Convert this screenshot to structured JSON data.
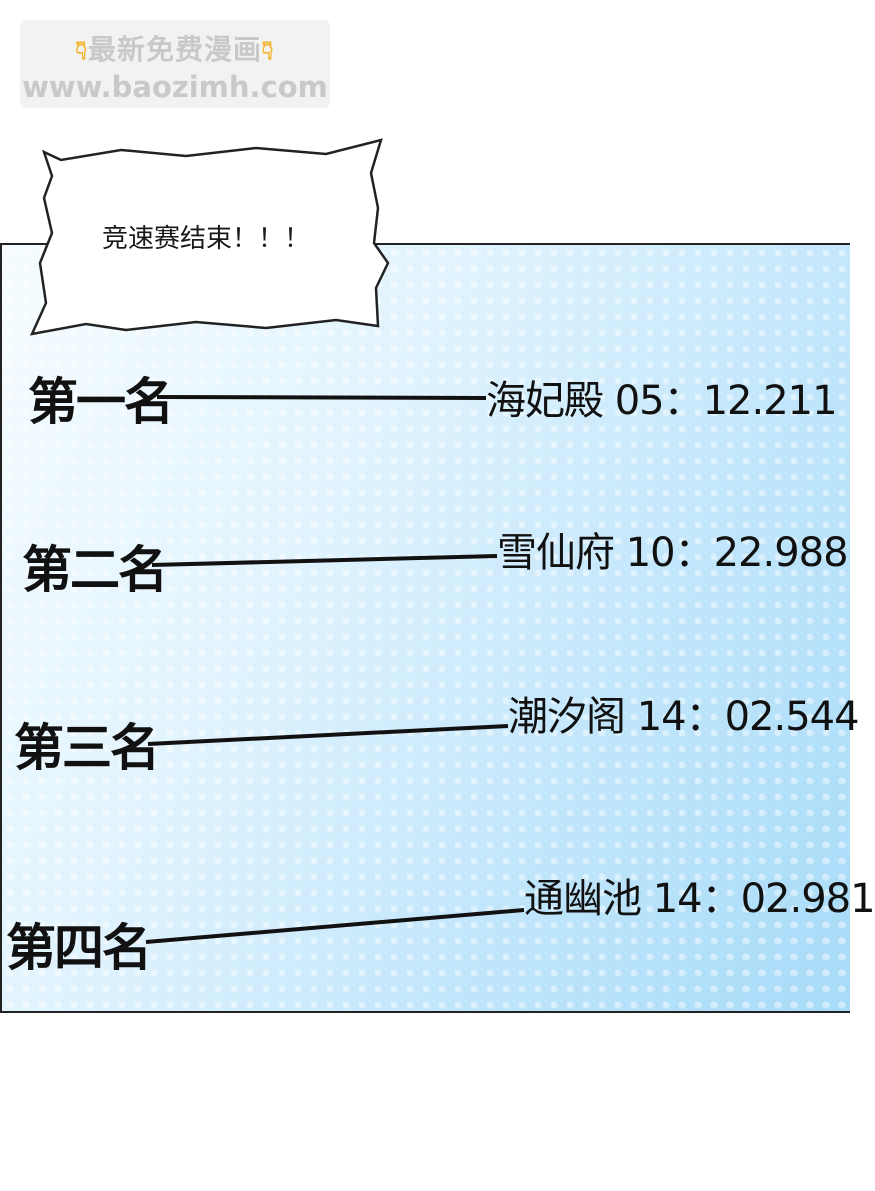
{
  "watermark": {
    "line1": "最新免费漫画",
    "line2": "www.baozimh.com",
    "hand_icon": "pointing-down-hand-icon",
    "hand_color": "#f3b530"
  },
  "bubble": {
    "text": "竞速赛结束！！！"
  },
  "results": [
    {
      "label": "第一名",
      "result": "海妃殿 05：12.211"
    },
    {
      "label": "第二名",
      "result": "雪仙府 10：22.988"
    },
    {
      "label": "第三名",
      "result": "潮汐阁 14：02.544"
    },
    {
      "label": "第四名",
      "result": "通幽池 14：02.981"
    }
  ],
  "colors": {
    "panel_light": "#f6fcff",
    "panel_dark": "#a8dbf8",
    "ink": "#111111"
  }
}
